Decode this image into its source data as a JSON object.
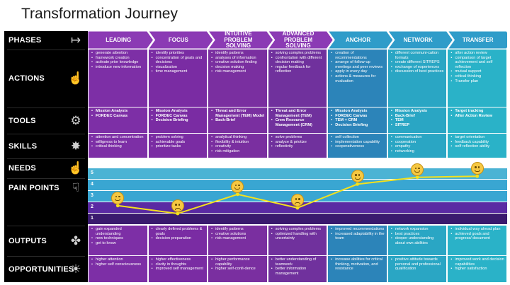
{
  "title": "Transformation Journey",
  "rows": [
    {
      "key": "phases",
      "label": "PHASES",
      "icon": "timeline-icon"
    },
    {
      "key": "actions",
      "label": "ACTIONS",
      "icon": "hand-pointer-icon"
    },
    {
      "key": "tools",
      "label": "TOOLS",
      "icon": "gears-icon"
    },
    {
      "key": "skills",
      "label": "SKILLS",
      "icon": "spark-gear-icon"
    },
    {
      "key": "needs",
      "label": "NEEDS",
      "icon": "thumbs-up-icon"
    },
    {
      "key": "pain_points",
      "label": "PAIN POINTS",
      "icon": "thumbs-down-icon"
    },
    {
      "key": "outputs",
      "label": "OUTPUTS",
      "icon": "output-arrows-icon"
    },
    {
      "key": "opportunities",
      "label": "OPPORTUNITIES",
      "icon": "sun-icon"
    }
  ],
  "colors": {
    "purple": [
      "#7d2fa6",
      "#7a2ca3",
      "#7a2fa0",
      "#70319d"
    ],
    "teal": [
      "#2c84b9",
      "#2aa6c4",
      "#2ab2c8"
    ],
    "header_purple": "#8b3ab4",
    "header_teal": "#2f9cc9",
    "needs_top": "#4bb3d4",
    "needs_mid": "#39a6d2",
    "pain_low": "#5a2aa3",
    "pain_bot": "#3a1a6e",
    "line": "#f5e11c"
  },
  "phases": [
    {
      "label": "LEADING",
      "actions": [
        "generate attention",
        "framework creation",
        "activate prior knowledge",
        "introduce new information"
      ],
      "tools": [
        "Mission Analysis",
        "FORDEC Canvas"
      ],
      "skills": [
        "attention and concentration",
        "willigness to learn",
        "critical thinking"
      ],
      "outputs": [
        "gain expanded understanding",
        "new techniques",
        "get to know"
      ],
      "opportunities": [
        "higher attention",
        "higher self consciousness"
      ]
    },
    {
      "label": "FOCUS",
      "actions": [
        "identify priorities",
        "concentration of goals and decisions",
        "visualization",
        "time management"
      ],
      "tools": [
        "Mission Analysis",
        "FORDEC Canvas",
        "Decision Briefing"
      ],
      "skills": [
        "problem solving",
        "achievable goals",
        "prioritize tasks"
      ],
      "outputs": [
        "clearly defined problems & goals",
        "decision preparation"
      ],
      "opportunities": [
        "higher effectiveness",
        "clarity in thoughts",
        "improved self management"
      ]
    },
    {
      "label": "INTUITIVE PROBLEM SOLVING",
      "actions": [
        "identify patterns",
        "analyses of information",
        "creative solution finding",
        "decision making",
        "risk management"
      ],
      "tools": [
        "Threat and Error Management (TEM) Model",
        "Back-Brief"
      ],
      "skills": [
        "analytical thinking",
        "flexibility & intuition",
        "creativity",
        "risk mitigation"
      ],
      "outputs": [
        "identify patterns",
        "creative solutions",
        "risk management"
      ],
      "opportunities": [
        "higher performance capability",
        "higher self-confi-dence"
      ]
    },
    {
      "label": "ADVANCED PROBLEM SOLVING",
      "actions": [
        "solving complex problems",
        "confrontation with different decision making",
        "regular feedback for reflection"
      ],
      "tools": [
        "Threat and Error Management (TEM)",
        "Crew Resource Management (CRM)"
      ],
      "skills": [
        "solve problems",
        "analyze & priotize",
        "reflectivity"
      ],
      "outputs": [
        "solving complex problems",
        "optimized handling with uncertainty"
      ],
      "opportunities": [
        "better understanding of teamwork",
        "better information management"
      ]
    },
    {
      "label": "ANCHOR",
      "actions": [
        "creation of recommendations",
        "arrange of follow-up meetings and peer reviews",
        "apply in every day",
        "actions & measures for evaluation"
      ],
      "tools": [
        "Mission Analysis",
        "FORDEC Canvas",
        "TEM + CRM",
        "Decision Briefing"
      ],
      "skills": [
        "self collection",
        "implementation capability",
        "cooperativeness"
      ],
      "outputs": [
        "improved recommendations",
        "increased adaptability in the team"
      ],
      "opportunities": [
        "increase abilities for critical thinking, motivation, and resistance"
      ]
    },
    {
      "label": "NETWORK",
      "actions": [
        "different communi-cation formats",
        "create different SITREPS",
        "exchange of experiences",
        "discussion of best practices"
      ],
      "tools": [
        "Mission Analysis",
        "Back-Brief",
        "TEM",
        "SITREP"
      ],
      "skills": [
        "communication",
        "cooperation",
        "empathy",
        "networking"
      ],
      "outputs": [
        "network expansion",
        "best practices",
        "deeper understanding about own abilities"
      ],
      "opportunities": [
        "positive attitude towards personal and professional qualification"
      ]
    },
    {
      "label": "TRANSFER",
      "actions": [
        "after action review",
        "comparison of target achievement and self reflection",
        "mutual support",
        "critical thinking",
        "Transfer plan"
      ],
      "tools": [
        "Target tracking",
        "After Action Review"
      ],
      "skills": [
        "target orientation",
        "feedback capability",
        "self reflection ability"
      ],
      "outputs": [
        "individual way ahead plan",
        "achieved goals and progress/ document"
      ],
      "opportunities": [
        "improved work and decision capabilities",
        "higher satisfaction"
      ]
    }
  ],
  "levels": [
    "5",
    "4",
    "3",
    "2",
    "1"
  ],
  "journey": [
    {
      "phase": "LEADING",
      "value": 2.2,
      "mood": "happy"
    },
    {
      "phase": "FOCUS",
      "value": 1.5,
      "mood": "sad"
    },
    {
      "phase": "INTUITIVE PROBLEM SOLVING",
      "value": 3.2,
      "mood": "happy"
    },
    {
      "phase": "ADVANCED PROBLEM SOLVING",
      "value": 2.0,
      "mood": "sad"
    },
    {
      "phase": "ANCHOR",
      "value": 4.1,
      "mood": "happy"
    },
    {
      "phase": "NETWORK",
      "value": 4.7,
      "mood": "happy"
    },
    {
      "phase": "TRANSFER",
      "value": 4.8,
      "mood": "happy"
    }
  ]
}
